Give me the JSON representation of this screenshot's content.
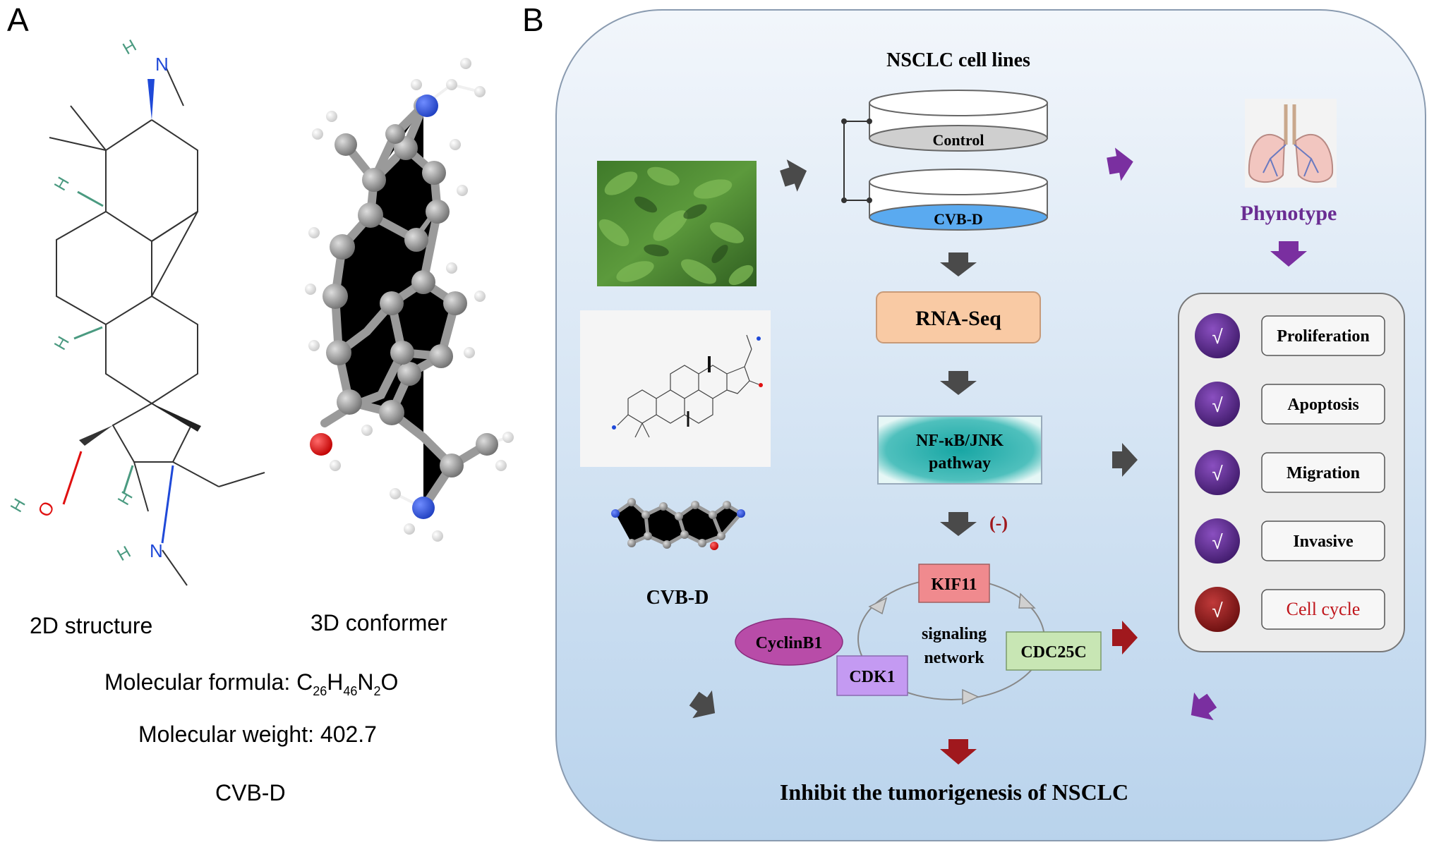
{
  "panel_a": {
    "letter": "A",
    "label_2d": "2D structure",
    "label_3d": "3D conformer",
    "formula_prefix": "Molecular formula: C",
    "formula_c_sub": "26",
    "formula_h": "H",
    "formula_h_sub": "46",
    "formula_n": "N",
    "formula_n_sub": "2",
    "formula_o": "O",
    "weight": "Molecular weight: 402.7",
    "compound": "CVB-D",
    "atoms": {
      "H": "H",
      "N": "N",
      "O": "O"
    }
  },
  "panel_b": {
    "letter": "B",
    "cell_lines_title": "NSCLC cell lines",
    "dish_control": "Control",
    "dish_treated": "CVB-D",
    "rnaseq": "RNA-Seq",
    "pathway_line1": "NF-κB/JNK",
    "pathway_line2": "pathway",
    "inhibit_sign": "(-)",
    "compound_label": "CVB-D",
    "phenotype_title": "Phynotype",
    "network_line1": "signaling",
    "network_line2": "network",
    "genes": {
      "kif11": "KIF11",
      "cdc25c": "CDC25C",
      "cdk1": "CDK1",
      "cyclinb1": "CyclinB1"
    },
    "checks": [
      {
        "mark": "√",
        "label": "Proliferation"
      },
      {
        "mark": "√",
        "label": "Apoptosis"
      },
      {
        "mark": "√",
        "label": "Migration"
      },
      {
        "mark": "√",
        "label": "Invasive"
      },
      {
        "mark": "√",
        "label": "Cell cycle"
      }
    ],
    "conclusion": "Inhibit the tumorigenesis of NSCLC"
  },
  "colors": {
    "panel_top": "#f2f6fb",
    "panel_bottom": "#b9d3ec",
    "rnaseq_fill": "#f9caa4",
    "pathway_fill": "#17a6a4",
    "phenotype_purple": "#6a2c92",
    "check_purple": "#5b2a8c",
    "check_red": "#8b1a1a",
    "arrow_gray": "#4a4a4a",
    "arrow_purple": "#7a2fa0",
    "arrow_red": "#a0181d",
    "kif11_fill": "#f08a8e",
    "cdc25c_fill": "#c8e6b4",
    "cdk1_fill": "#c49af2",
    "cyclinb1_fill": "#b84ca8",
    "dish_control_fill": "#cfcfcf",
    "dish_treated_fill": "#5aaaf0",
    "nitrogen": "#1f49d8",
    "oxygen": "#e01010",
    "hydrogen_label": "#4a9a80"
  }
}
